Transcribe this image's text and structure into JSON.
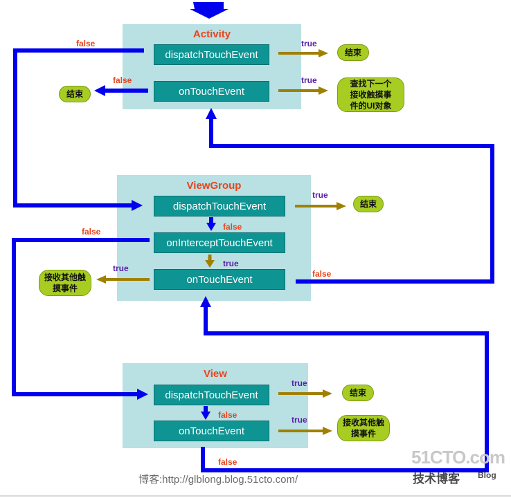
{
  "activity": {
    "title": "Activity",
    "dispatch": "dispatchTouchEvent",
    "ontouch": "onTouchEvent",
    "end_label": "结束",
    "next_label": "查找下一个接收触摸事件的UI对象",
    "end_left_label": "结束"
  },
  "viewgroup": {
    "title": "ViewGroup",
    "dispatch": "dispatchTouchEvent",
    "intercept": "onInterceptTouchEvent",
    "ontouch": "onTouchEvent",
    "end_label": "结束",
    "receive_label": "接收其他触摸事件"
  },
  "view": {
    "title": "View",
    "dispatch": "dispatchTouchEvent",
    "ontouch": "onTouchEvent",
    "end_label": "结束",
    "receive_label": "接收其他触摸事件"
  },
  "labels": {
    "true": "true",
    "false": "false"
  },
  "footer": "博客:http://glblong.blog.51cto.com/",
  "watermark": {
    "site": "51CTO.com",
    "subtitle": "技术博客",
    "blog": "Blog"
  },
  "colors": {
    "panel": "#b9e0e3",
    "node": "#0e9493",
    "pill": "#a8cd22",
    "blue_arrow": "#0000ee",
    "olive_arrow": "#a08000",
    "title": "#e8441c",
    "true_text": "#5a1fa8",
    "false_text": "#e8441c"
  }
}
